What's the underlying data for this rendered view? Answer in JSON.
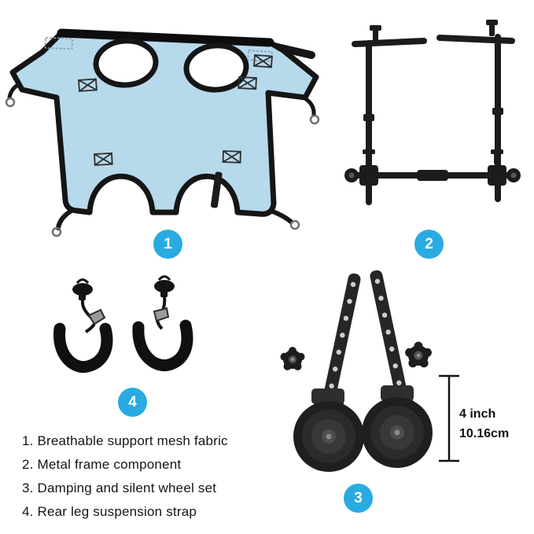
{
  "colors": {
    "accent": "#29abe2",
    "fabric": "#b7d9ec",
    "metal": "#1c1c1c",
    "background": "#ffffff"
  },
  "badges": {
    "harness": "1",
    "frame": "2",
    "wheels": "3",
    "straps": "4"
  },
  "measurement": {
    "size_in": "4 inch",
    "size_cm": "10.16cm"
  },
  "legend": {
    "items": [
      "1. Breathable support mesh fabric",
      "2. Metal frame component",
      "3. Damping and silent wheel set",
      "4. Rear leg suspension strap"
    ]
  }
}
